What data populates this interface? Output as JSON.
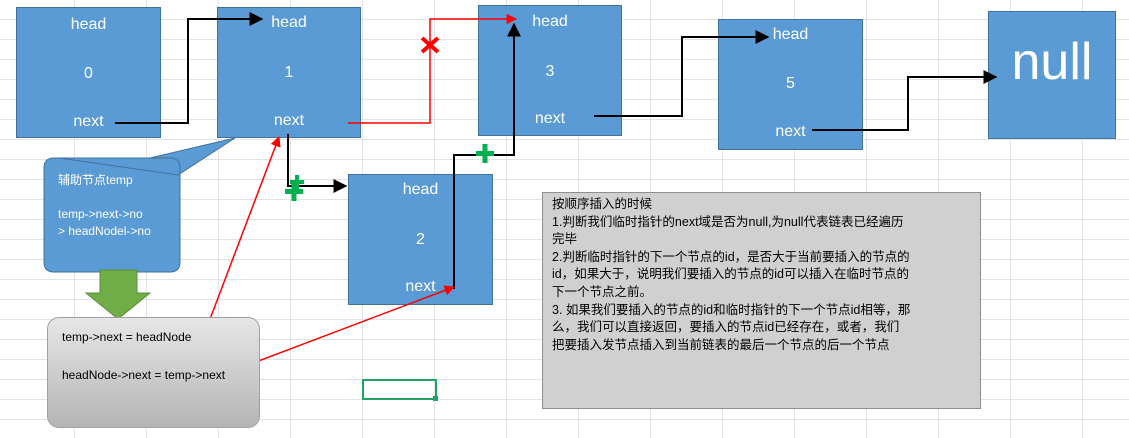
{
  "nodes": [
    {
      "id": "node-0",
      "head": "head",
      "value": "0",
      "next": "next"
    },
    {
      "id": "node-1",
      "head": "head",
      "value": "1",
      "next": "next"
    },
    {
      "id": "node-3",
      "head": "head",
      "value": "3",
      "next": "next"
    },
    {
      "id": "node-5",
      "head": "head",
      "value": "5",
      "next": "next"
    },
    {
      "id": "node-2",
      "head": "head",
      "value": "2",
      "next": "next"
    }
  ],
  "null_node": {
    "label": "null"
  },
  "callout": {
    "title": "辅助节点temp",
    "line1": "temp->next->no",
    "line2": "> headNodel->no"
  },
  "code": {
    "line1": "temp->next = headNode",
    "line2": "headNode->next = temp->next"
  },
  "note": {
    "title": "按顺序插入的时候",
    "p1_a": "1.判断我们临时指针的next域是否为null,为null代表链表已经遍历",
    "p1_b": "完毕",
    "p2_a": "2.判断临时指针的下一个节点的id，是否大于当前要插入的节点的",
    "p2_b": "id，如果大于，说明我们要插入的节点的id可以插入在临时节点的",
    "p2_c": "下一个节点之前。",
    "p3_a": "3. 如果我们要插入的节点的id和临时指针的下一个节点id相等，那",
    "p3_b": "么，我们可以直接返回，要插入的节点id已经存在，或者，我们",
    "p3_c": "把要插入发节点插入到当前链表的最后一个节点的后一个节点"
  },
  "colors": {
    "node_fill": "#5b9bd5",
    "black_arrow": "#000000",
    "red_arrow": "#ff0000",
    "plus_green": "#00b050",
    "down_arrow_green": "#70ad47",
    "cross_red": "#ff0000"
  }
}
